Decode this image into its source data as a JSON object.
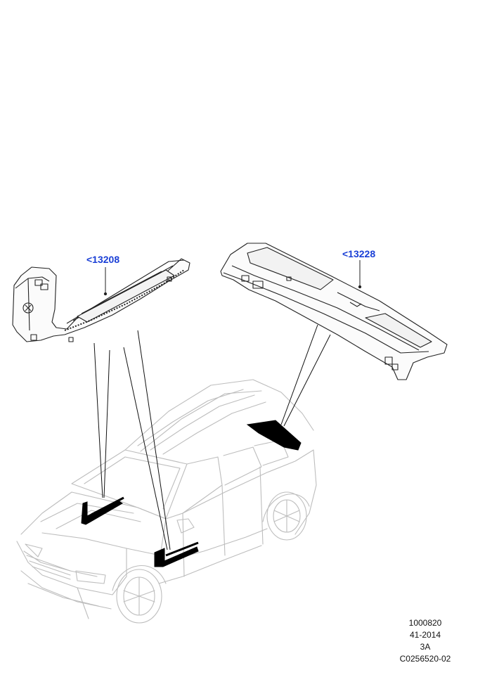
{
  "callouts": [
    {
      "id": "callout-13208",
      "label": "<13208"
    },
    {
      "id": "callout-13228",
      "label": "<13228"
    }
  ],
  "reference": {
    "line1": "1000820",
    "line2": "41-2014",
    "line3": "3A",
    "line4": "C0256520-02"
  },
  "colors": {
    "callout": "#1a3fd6",
    "part_outline": "#222222",
    "vehicle_outline": "#bdbdbd",
    "highlight": "#000000"
  }
}
